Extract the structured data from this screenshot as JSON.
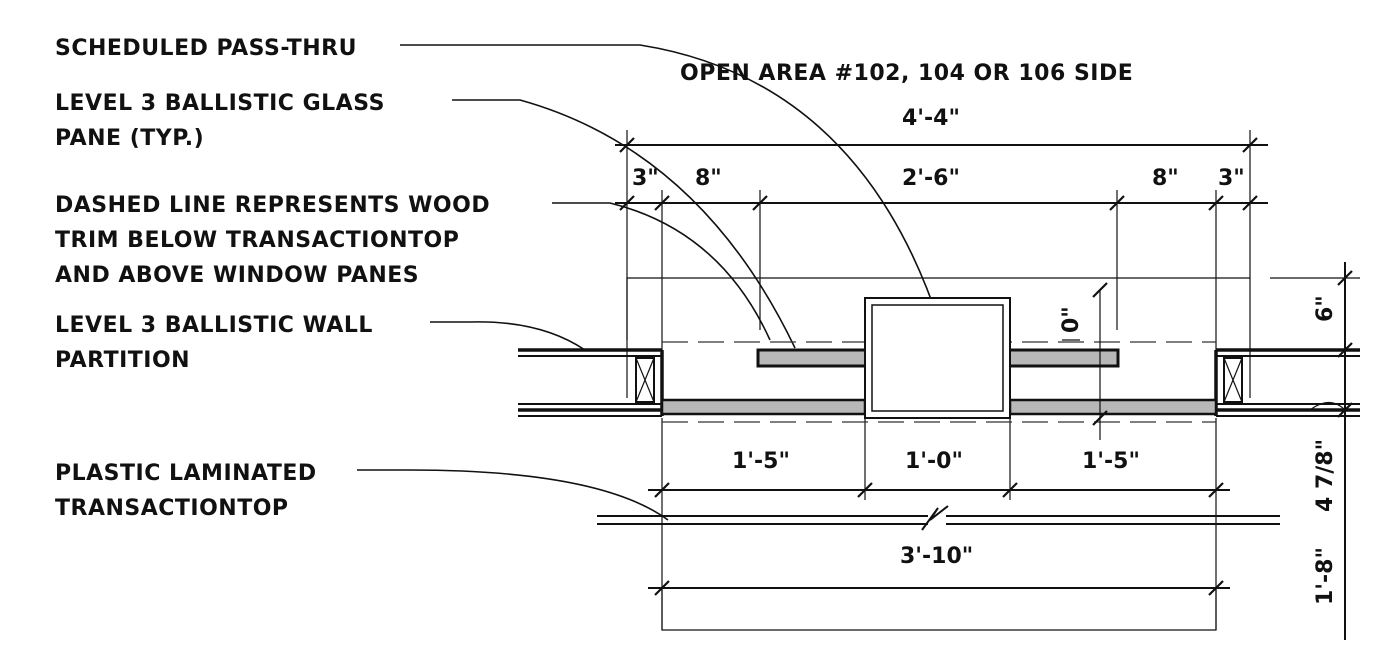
{
  "title": "OPEN AREA #102, 104 OR 106 SIDE",
  "notes": {
    "pass_thru": "SCHEDULED PASS-THRU",
    "glass_line1": "LEVEL 3 BALLISTIC GLASS",
    "glass_line2": "PANE (TYP.)",
    "dashed_line1": "DASHED LINE REPRESENTS WOOD",
    "dashed_line2": "TRIM BELOW TRANSACTIONTOP",
    "dashed_line3": "AND ABOVE WINDOW PANES",
    "wall_line1": "LEVEL 3 BALLISTIC WALL",
    "wall_line2": "PARTITION",
    "laminate_line1": "PLASTIC LAMINATED",
    "laminate_line2": "TRANSACTIONTOP"
  },
  "dimensions": {
    "overall_top": "4'-4\"",
    "left_jamb": "3\"",
    "left_pane": "8\"",
    "center_opening": "2'-6\"",
    "right_pane": "8\"",
    "right_jamb": "3\"",
    "left_counter": "1'-5\"",
    "center_counter": "1'-0\"",
    "right_counter": "1'-5\"",
    "counter_overall": "3'-10\"",
    "pass_offset": "0\"",
    "right_top": "6\"",
    "right_mid": "4 7/8\"",
    "right_bottom": "1'-8\""
  }
}
